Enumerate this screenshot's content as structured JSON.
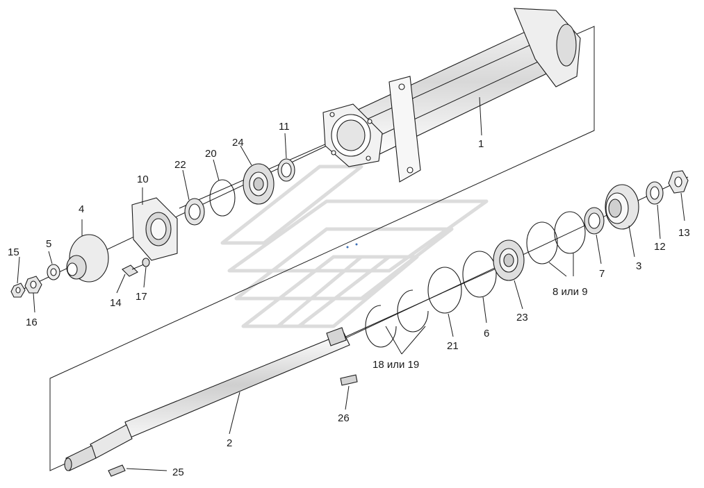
{
  "callouts": [
    {
      "id": "c1",
      "text": "1"
    },
    {
      "id": "c2",
      "text": "2"
    },
    {
      "id": "c3",
      "text": "3"
    },
    {
      "id": "c4",
      "text": "4"
    },
    {
      "id": "c5",
      "text": "5"
    },
    {
      "id": "c6",
      "text": "6"
    },
    {
      "id": "c7",
      "text": "7"
    },
    {
      "id": "c8or9",
      "text": "8 или 9"
    },
    {
      "id": "c10",
      "text": "10"
    },
    {
      "id": "c11",
      "text": "11"
    },
    {
      "id": "c12",
      "text": "12"
    },
    {
      "id": "c13",
      "text": "13"
    },
    {
      "id": "c14",
      "text": "14"
    },
    {
      "id": "c15",
      "text": "15"
    },
    {
      "id": "c16",
      "text": "16"
    },
    {
      "id": "c17",
      "text": "17"
    },
    {
      "id": "c18or19",
      "text": "18 или 19"
    },
    {
      "id": "c20",
      "text": "20"
    },
    {
      "id": "c21",
      "text": "21"
    },
    {
      "id": "c22",
      "text": "22"
    },
    {
      "id": "c23",
      "text": "23"
    },
    {
      "id": "c24",
      "text": "24"
    },
    {
      "id": "c25",
      "text": "25"
    },
    {
      "id": "c26",
      "text": "26"
    }
  ],
  "colors": {
    "ink": "#1a1a1a",
    "shade": "#cfcfcf",
    "light": "#efefef",
    "watermark": "#dcdcdc",
    "accent": "#3b6fb6"
  }
}
